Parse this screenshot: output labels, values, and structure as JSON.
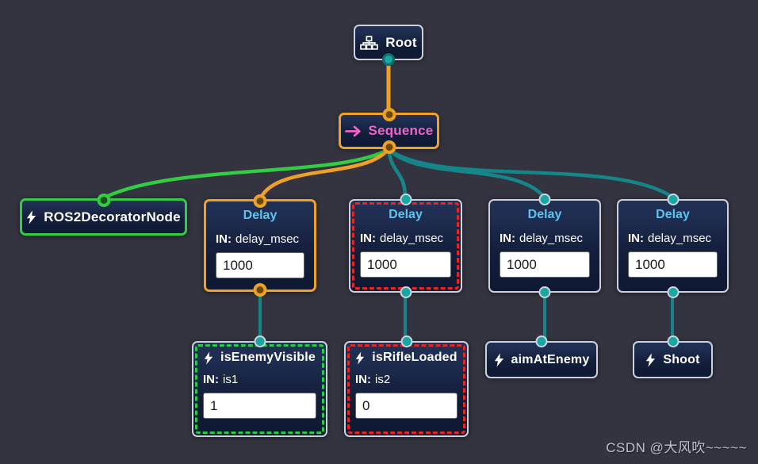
{
  "watermark": "CSDN @大风吹~~~~~",
  "colors": {
    "canvas_background": "#343440",
    "node_border_default": "#ccd1da",
    "selection_orange": "#efa126",
    "selection_green": "#33cc44",
    "status_red_dashed": "#e8251f",
    "status_green_dashed": "#27cc44",
    "edge_teal": "#15858a",
    "edge_green": "#33cc44",
    "edge_orange": "#efa126",
    "port_teal": "#18a7a4",
    "delay_title_blue": "#5ec4ef",
    "sequence_pink": "#f163c6"
  },
  "nodes": {
    "root": {
      "title": "Root",
      "icon": "tree-icon"
    },
    "sequence": {
      "title": "Sequence",
      "icon": "arrow-right-icon"
    },
    "ros2decorator": {
      "title": "ROS2DecoratorNode",
      "icon": "bolt-icon"
    },
    "delay1": {
      "title": "Delay",
      "port_label": "IN:",
      "port_key": "delay_msec",
      "value": "1000"
    },
    "delay2": {
      "title": "Delay",
      "port_label": "IN:",
      "port_key": "delay_msec",
      "value": "1000"
    },
    "delay3": {
      "title": "Delay",
      "port_label": "IN:",
      "port_key": "delay_msec",
      "value": "1000"
    },
    "delay4": {
      "title": "Delay",
      "port_label": "IN:",
      "port_key": "delay_msec",
      "value": "1000"
    },
    "is_enemy_visible": {
      "title": "isEnemyVisible",
      "icon": "bolt-icon",
      "port_label": "IN:",
      "port_key": "is1",
      "value": "1"
    },
    "is_rifle_loaded": {
      "title": "isRifleLoaded",
      "icon": "bolt-icon",
      "port_label": "IN:",
      "port_key": "is2",
      "value": "0"
    },
    "aim_at_enemy": {
      "title": "aimAtEnemy",
      "icon": "bolt-icon"
    },
    "shoot": {
      "title": "Shoot",
      "icon": "bolt-icon"
    }
  }
}
